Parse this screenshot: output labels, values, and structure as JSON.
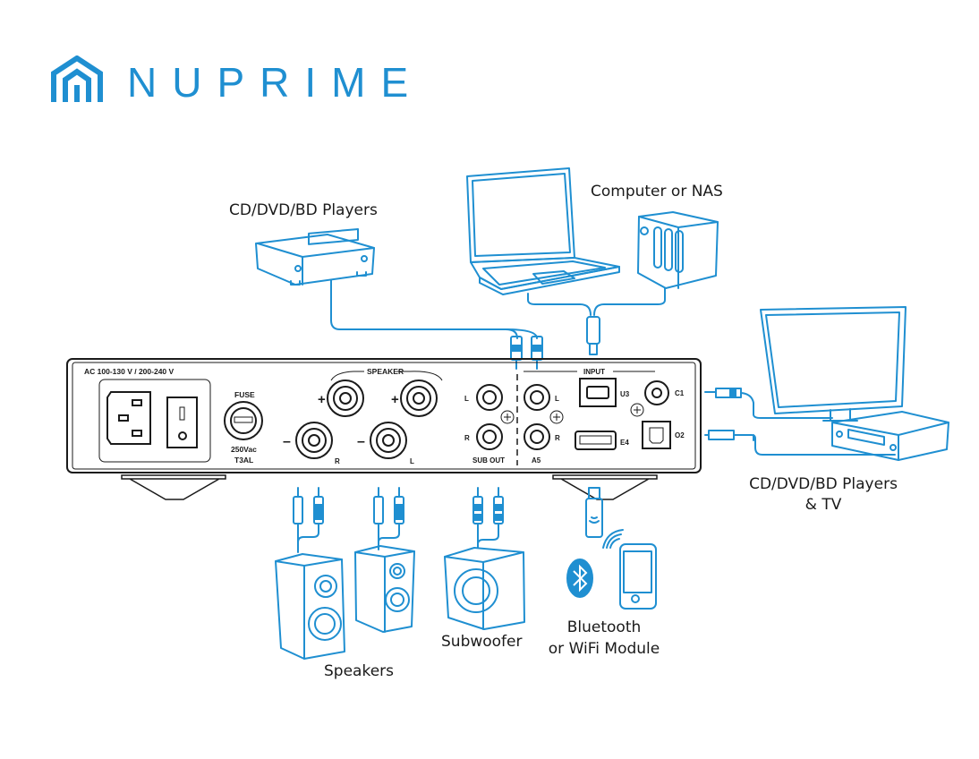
{
  "brand": {
    "name": "NUPRIME",
    "logo_icon": "nuprime-house-logo",
    "accent_color": "#1f8fd1"
  },
  "amplifier_panel": {
    "power_label": "AC 100-130 V / 200-240 V",
    "fuse_label": "FUSE",
    "fuse_rating": "250Vac",
    "fuse_type": "T3AL",
    "speaker_label": "SPEAKER",
    "plus": "+",
    "minus": "–",
    "speaker_r": "R",
    "speaker_l": "L",
    "sub_out_label": "SUB OUT",
    "sub_l": "L",
    "sub_r": "R",
    "a5_label": "A5",
    "a5_l": "L",
    "a5_r": "R",
    "input_label": "INPUT",
    "u3": "U3",
    "c1": "C1",
    "o2": "O2",
    "e4": "E4"
  },
  "devices": {
    "cd_players_top": "CD/DVD/BD Players",
    "computer_nas": "Computer or NAS",
    "cd_players_tv_line1": "CD/DVD/BD Players",
    "cd_players_tv_line2": "& TV",
    "speakers": "Speakers",
    "subwoofer": "Subwoofer",
    "bt_line1": "Bluetooth",
    "bt_line2": "or WiFi Module"
  },
  "colors": {
    "line_blue": "#1f8fd1",
    "panel_black": "#1a1a1a"
  }
}
